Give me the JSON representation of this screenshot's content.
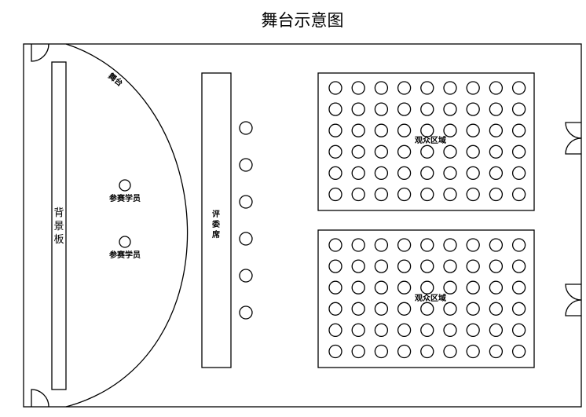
{
  "title": "舞台示意图",
  "labels": {
    "backdrop": "背景板",
    "stage": "舞台",
    "participant_1": "参赛学员",
    "participant_2": "参赛学员",
    "judges": "评委席",
    "audience_1": "观众区域",
    "audience_2": "观众区域"
  },
  "audience_blocks": [
    {
      "rows": 6,
      "cols": 9
    },
    {
      "rows": 6,
      "cols": 9
    }
  ],
  "judge_seats": 6,
  "colors": {
    "line": "#000000",
    "fill": "#ffffff"
  }
}
